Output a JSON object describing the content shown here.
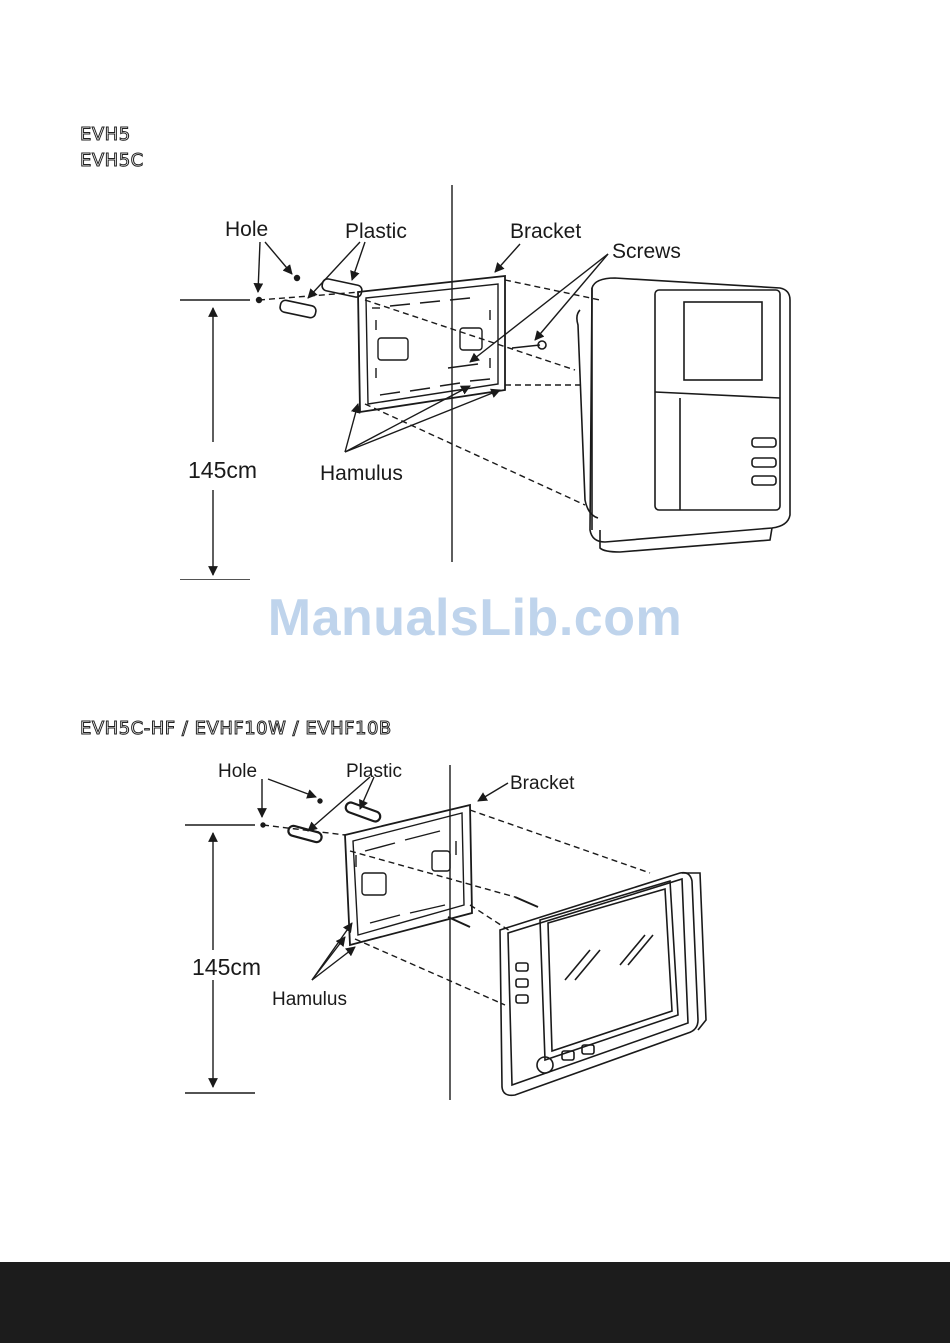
{
  "section1": {
    "models": [
      "EVH5",
      "EVH5C"
    ],
    "labels": {
      "hole": "Hole",
      "plastic": "Plastic",
      "bracket": "Bracket",
      "screws": "Screws",
      "hamulus": "Hamulus",
      "height": "145cm"
    }
  },
  "section2": {
    "models": "EVH5C-HF / EVHF10W / EVHF10B",
    "labels": {
      "hole": "Hole",
      "plastic": "Plastic",
      "bracket": "Bracket",
      "hamulus": "Hamulus",
      "height": "145cm"
    }
  },
  "watermark": "ManualsLib.com",
  "colors": {
    "watermark": "#bfd4ec",
    "footer": "#1c1c1c",
    "line": "#1a1a1a"
  }
}
